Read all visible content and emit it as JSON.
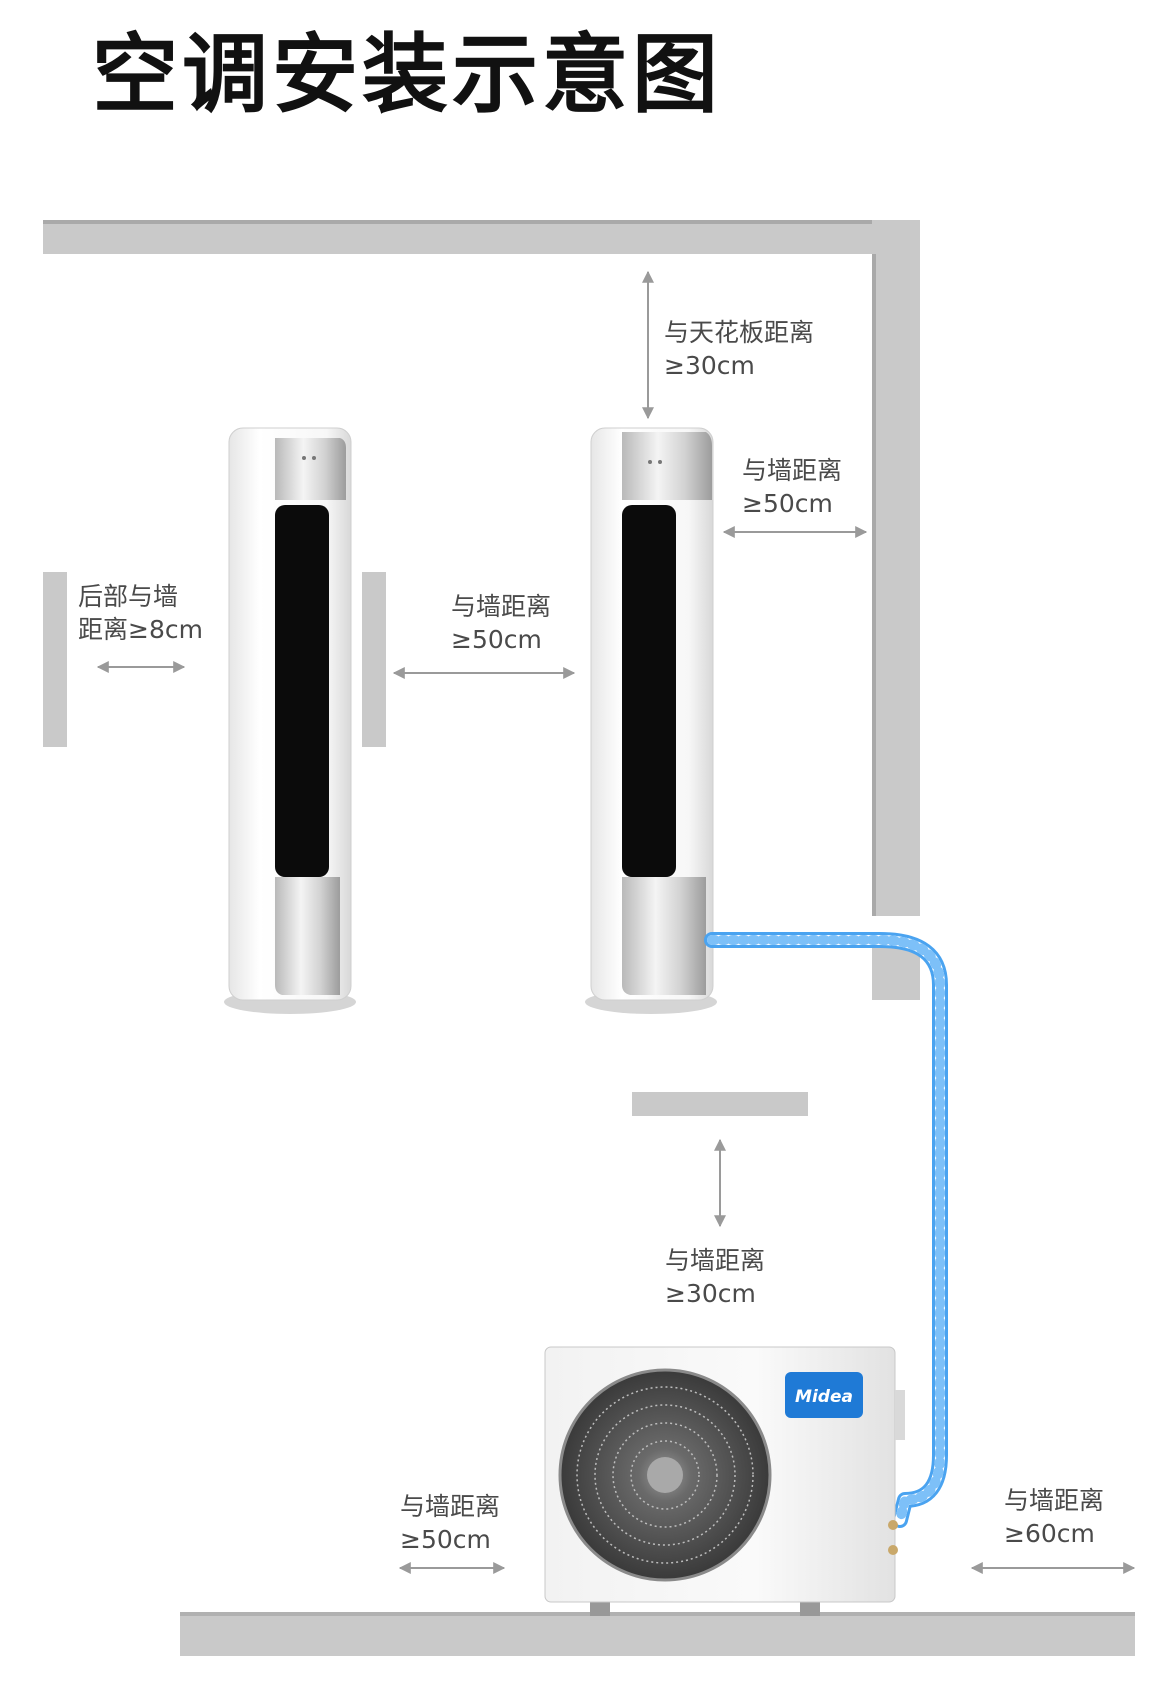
{
  "title": "空调安装示意图",
  "brand_logo": "Midea",
  "labels": {
    "ceiling": {
      "line1": "与天花板距离",
      "line2": "≥30cm"
    },
    "right_wall": {
      "line1": "与墙距离",
      "line2": "≥50cm"
    },
    "rear_wall": {
      "line1": "后部与墙",
      "line2": "距离≥8cm"
    },
    "between_units": {
      "line1": "与墙距离",
      "line2": "≥50cm"
    },
    "outdoor_top": {
      "line1": "与墙距离",
      "line2": "≥30cm"
    },
    "outdoor_left": {
      "line1": "与墙距离",
      "line2": "≥50cm"
    },
    "outdoor_right": {
      "line1": "与墙距离",
      "line2": "≥60cm"
    }
  },
  "colors": {
    "wall": "#c9c9c9",
    "wall_edge": "#a9a9a9",
    "arrow": "#9a9a9a",
    "pipe": "#4aa3f0",
    "panel": "#0b0b0b",
    "logo_blue": "#1f7ad6"
  }
}
